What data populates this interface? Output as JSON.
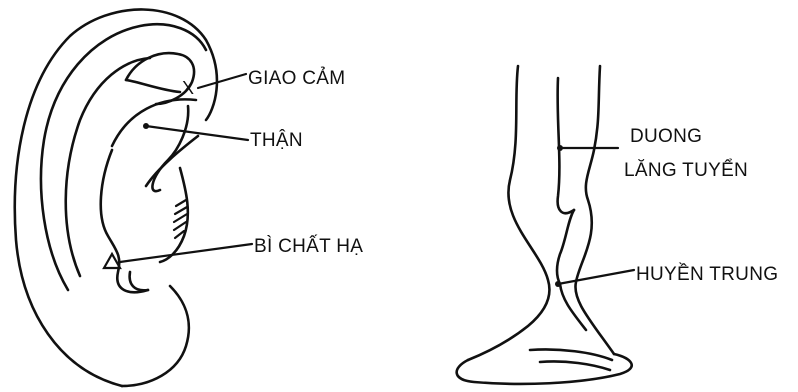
{
  "ear_diagram": {
    "labels": {
      "giao_cam": "GIAO CẢM",
      "than": "THẬN",
      "bi_chat_ha": "BÌ CHẤT HẠ"
    },
    "markers": {
      "cross": "X",
      "triangle": "Δ"
    }
  },
  "leg_diagram": {
    "labels": {
      "duong_line1": "DUONG",
      "duong_line2": "LĂNG TUYỂN",
      "huyen_trung": "HUYỀN TRUNG"
    }
  }
}
